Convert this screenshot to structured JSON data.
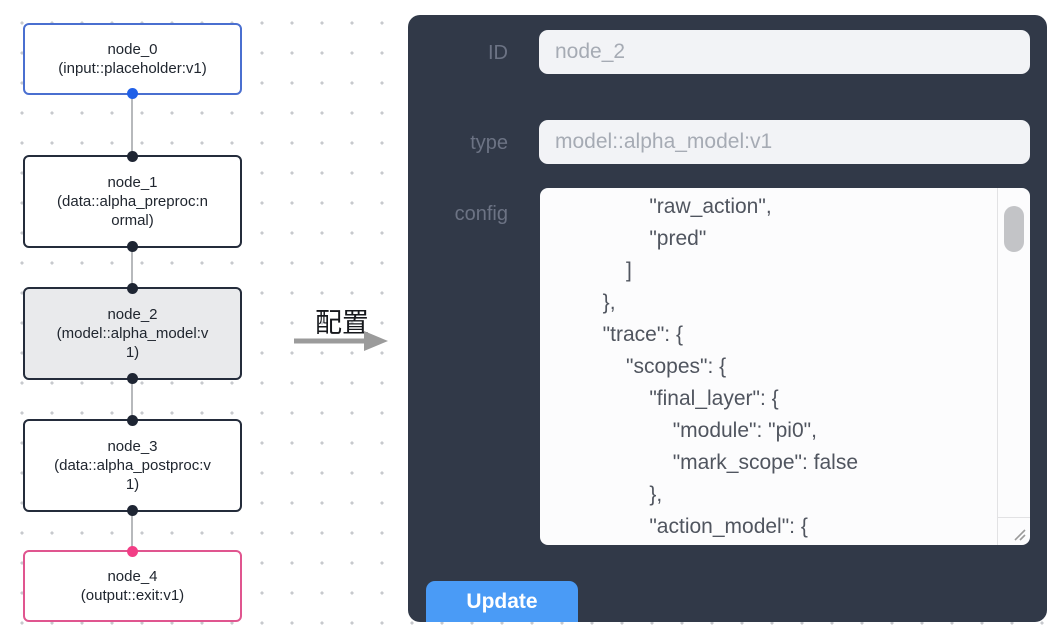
{
  "flow": {
    "nodes": [
      {
        "id": "node_0",
        "sublabel": "(input::placeholder:v1)",
        "kind": "input"
      },
      {
        "id": "node_1",
        "sublabel": "(data::alpha_preproc:normal)",
        "kind": "default"
      },
      {
        "id": "node_2",
        "sublabel": "(model::alpha_model:v1)",
        "kind": "selected"
      },
      {
        "id": "node_3",
        "sublabel": "(data::alpha_postproc:v1)",
        "kind": "default"
      },
      {
        "id": "node_4",
        "sublabel": "(output::exit:v1)",
        "kind": "output"
      }
    ]
  },
  "annotation": {
    "label": "配置"
  },
  "panel": {
    "id_label": "ID",
    "id_value": "node_2",
    "type_label": "type",
    "type_value": "model::alpha_model:v1",
    "config_label": "config",
    "config_lines": [
      "                \"raw_action\",",
      "                \"pred\"",
      "            ]",
      "        },",
      "        \"trace\": {",
      "            \"scopes\": {",
      "                \"final_layer\": {",
      "                    \"module\": \"pi0\",",
      "                    \"mark_scope\": false",
      "                },",
      "                \"action_model\": {"
    ],
    "update_label": "Update"
  },
  "colors": {
    "panel_bg": "#313948",
    "update_button": "#4a9bf6",
    "input_node_border": "#4a6fd0",
    "output_node_border": "#e0558f",
    "default_node_border": "#242c3b",
    "selected_node_bg": "#e9eaec",
    "port_blue": "#2060e8",
    "port_dark": "#1e2533",
    "port_pink": "#f23e86",
    "grid_dot": "#c7c9cd"
  }
}
